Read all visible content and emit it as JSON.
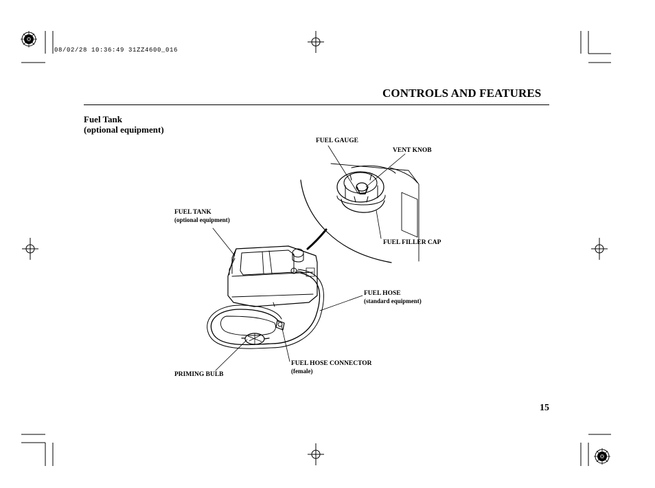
{
  "print_stamp": "08/02/28 10:36:49 31ZZ4600_016",
  "header": {
    "title": "CONTROLS AND FEATURES"
  },
  "section": {
    "title_line1": "Fuel Tank",
    "title_line2": "(optional equipment)"
  },
  "callouts": {
    "fuel_gauge": "FUEL GAUGE",
    "vent_knob": "VENT KNOB",
    "fuel_tank": "FUEL TANK",
    "fuel_tank_sub": "(optional equipment)",
    "fuel_filler_cap": "FUEL FILLER CAP",
    "fuel_hose": "FUEL HOSE",
    "fuel_hose_sub": "(standard equipment)",
    "fuel_hose_connector": "FUEL HOSE CONNECTOR",
    "fuel_hose_connector_sub": "(female)",
    "priming_bulb": "PRIMING BULB"
  },
  "page_number": "15"
}
